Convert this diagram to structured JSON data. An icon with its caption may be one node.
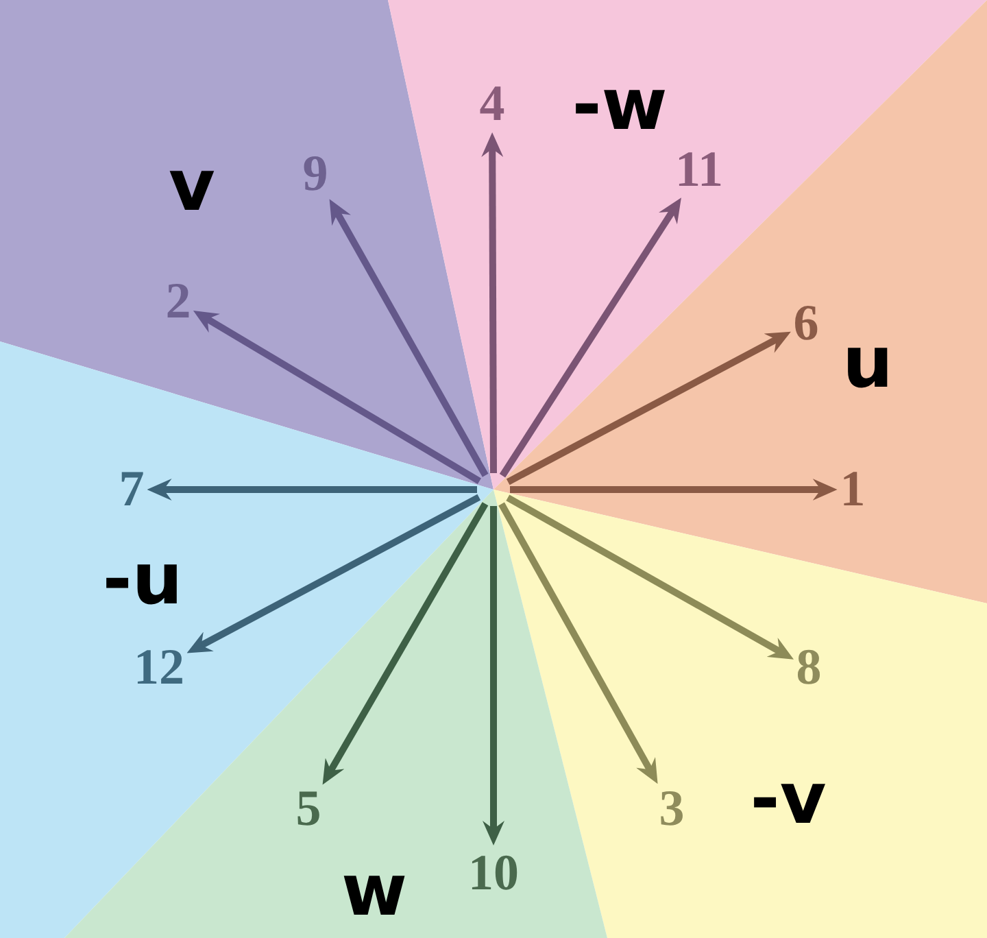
{
  "diagram": {
    "nodes": [
      {
        "text": [
          "4"
        ]
      },
      {
        "text": [
          "9"
        ]
      },
      {
        "text": [
          "11"
        ]
      },
      {
        "text": [
          "2"
        ]
      },
      {
        "text": [
          "6"
        ]
      },
      {
        "text": [
          "7"
        ]
      },
      {
        "text": [
          "1"
        ]
      },
      {
        "text": [
          "12"
        ]
      },
      {
        "text": [
          "8"
        ]
      },
      {
        "text": [
          "5"
        ]
      },
      {
        "text": [
          "3"
        ]
      },
      {
        "text": [
          "10"
        ]
      }
    ],
    "edges": [
      {
        "from": null,
        "to": 6,
        "arrow": "to",
        "color": "#8a5a45"
      },
      {
        "from": null,
        "to": 3,
        "arrow": "to",
        "color": "#64588a"
      },
      {
        "from": null,
        "to": 10,
        "arrow": "to",
        "color": "#8d8b58"
      },
      {
        "from": null,
        "to": 0,
        "arrow": "to",
        "color": "#7b5474"
      },
      {
        "from": null,
        "to": 9,
        "arrow": "to",
        "color": "#3e6046"
      },
      {
        "from": null,
        "to": 4,
        "arrow": "to",
        "color": "#8a5a45"
      },
      {
        "from": null,
        "to": 5,
        "arrow": "to",
        "color": "#3d6378"
      },
      {
        "from": null,
        "to": 8,
        "arrow": "to",
        "color": "#8d8b58"
      },
      {
        "from": null,
        "to": 1,
        "arrow": "to",
        "color": "#64588a"
      },
      {
        "from": null,
        "to": 11,
        "arrow": "to",
        "color": "#3e6046"
      },
      {
        "from": null,
        "to": 2,
        "arrow": "to",
        "color": "#7b5474"
      },
      {
        "from": null,
        "to": 7,
        "arrow": "to",
        "color": "#3d6378"
      }
    ],
    "labels": [
      "-w",
      "v",
      "u",
      "-u",
      "-v",
      "w"
    ]
  }
}
